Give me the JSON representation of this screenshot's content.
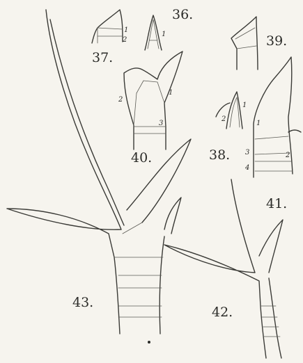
{
  "figures": {
    "f36": "36.",
    "f37": "37.",
    "f38": "38.",
    "f39": "39.",
    "f40": "40.",
    "f41": "41.",
    "f42": "42.",
    "f43": "43."
  },
  "cell_numbers": {
    "n1": "1",
    "n2": "2",
    "n3": "3",
    "n4": "4"
  }
}
